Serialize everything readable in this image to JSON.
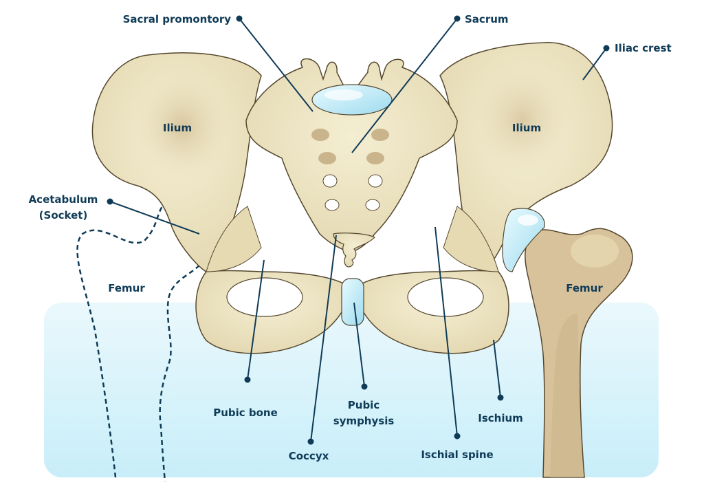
{
  "colors": {
    "label": "#0f3b57",
    "bone": "#ede5c3",
    "bone_shadow": "#c9b88f",
    "bone_outline": "#55472e",
    "femur_shaft": "#d8c49f",
    "cartilage": "#bfeaf6",
    "bg_gradient_top": "#e9f7fc",
    "bg_gradient_bottom": "#c9eef9"
  },
  "labels": {
    "sacral_promontory": "Sacral promontory",
    "sacrum": "Sacrum",
    "iliac_crest": "Iliac crest",
    "ilium_left": "Ilium",
    "ilium_right": "Ilium",
    "acetabulum_line1": "Acetabulum",
    "acetabulum_line2": "(Socket)",
    "femur_left": "Femur",
    "femur_right": "Femur",
    "pubic_bone": "Pubic bone",
    "pubic_symphysis_line1": "Pubic",
    "pubic_symphysis_line2": "symphysis",
    "ischium": "Ischium",
    "coccyx": "Coccyx",
    "ischial_spine": "Ischial spine"
  }
}
